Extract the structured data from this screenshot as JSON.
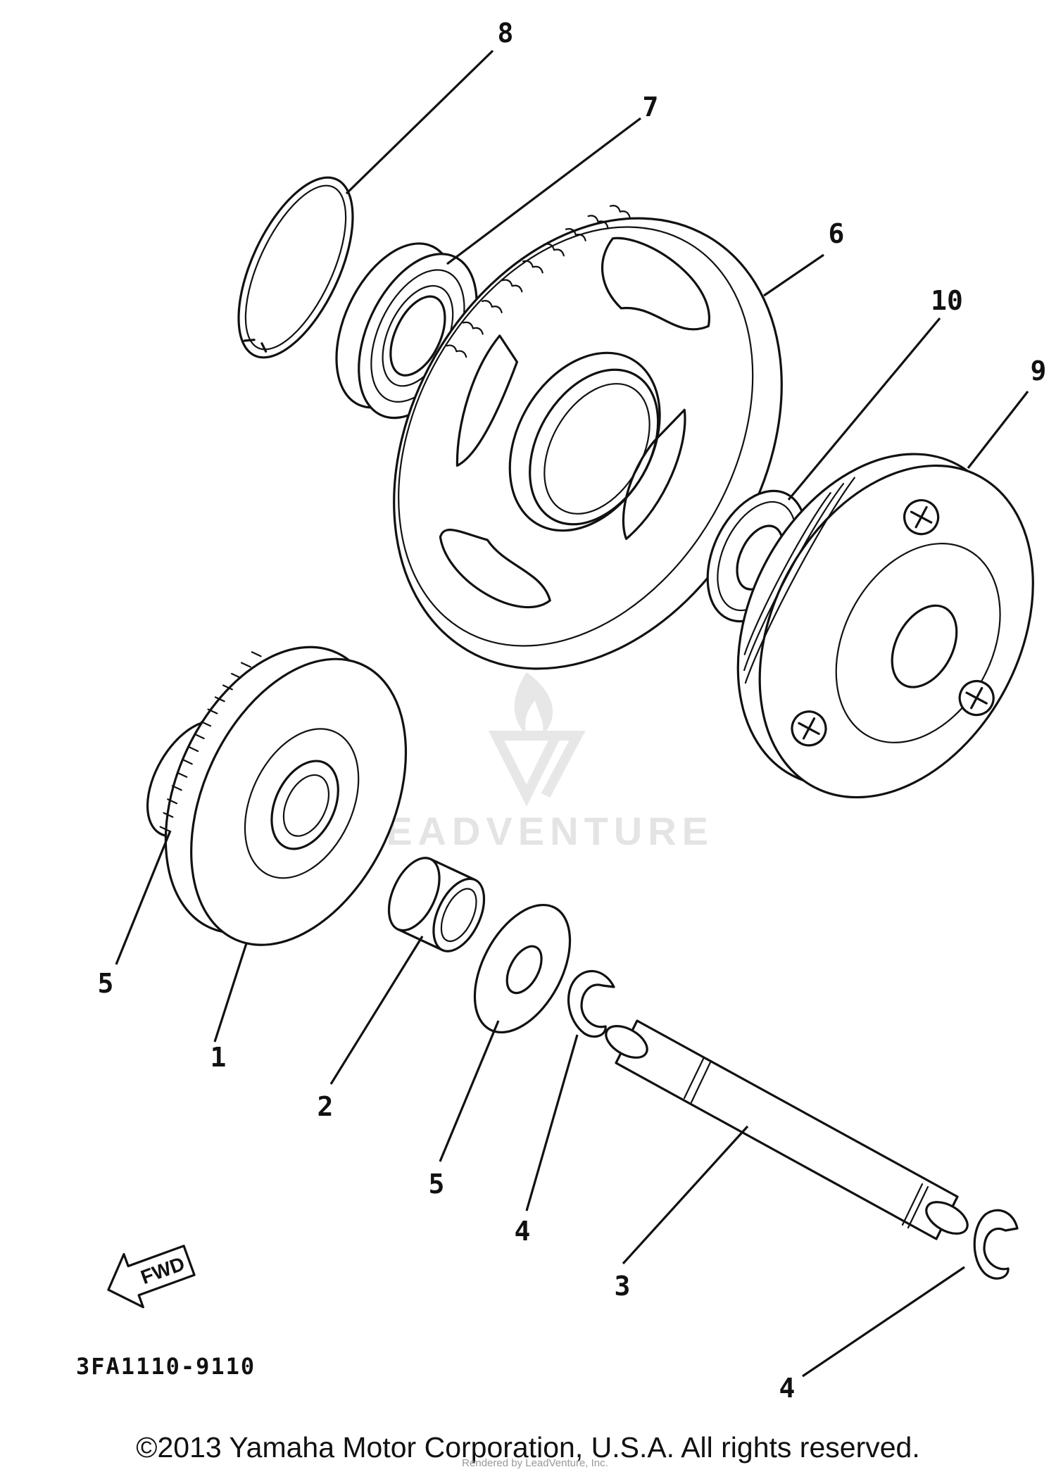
{
  "diagram": {
    "diagram_code": "3FA1110-9110",
    "direction_marker": "FWD",
    "callouts": [
      {
        "id": "c8",
        "label": "8"
      },
      {
        "id": "c7",
        "label": "7"
      },
      {
        "id": "c6",
        "label": "6"
      },
      {
        "id": "c10",
        "label": "10"
      },
      {
        "id": "c9",
        "label": "9"
      },
      {
        "id": "c5a",
        "label": "5"
      },
      {
        "id": "c1",
        "label": "1"
      },
      {
        "id": "c2",
        "label": "2"
      },
      {
        "id": "c5b",
        "label": "5"
      },
      {
        "id": "c4a",
        "label": "4"
      },
      {
        "id": "c3",
        "label": "3"
      },
      {
        "id": "c4b",
        "label": "4"
      }
    ]
  },
  "watermark": {
    "brand": "LEADVENTURE",
    "small_text": "Rendered by LeadVenture, Inc."
  },
  "footer": {
    "copyright": "©2013 Yamaha Motor Corporation, U.S.A. All rights reserved."
  }
}
